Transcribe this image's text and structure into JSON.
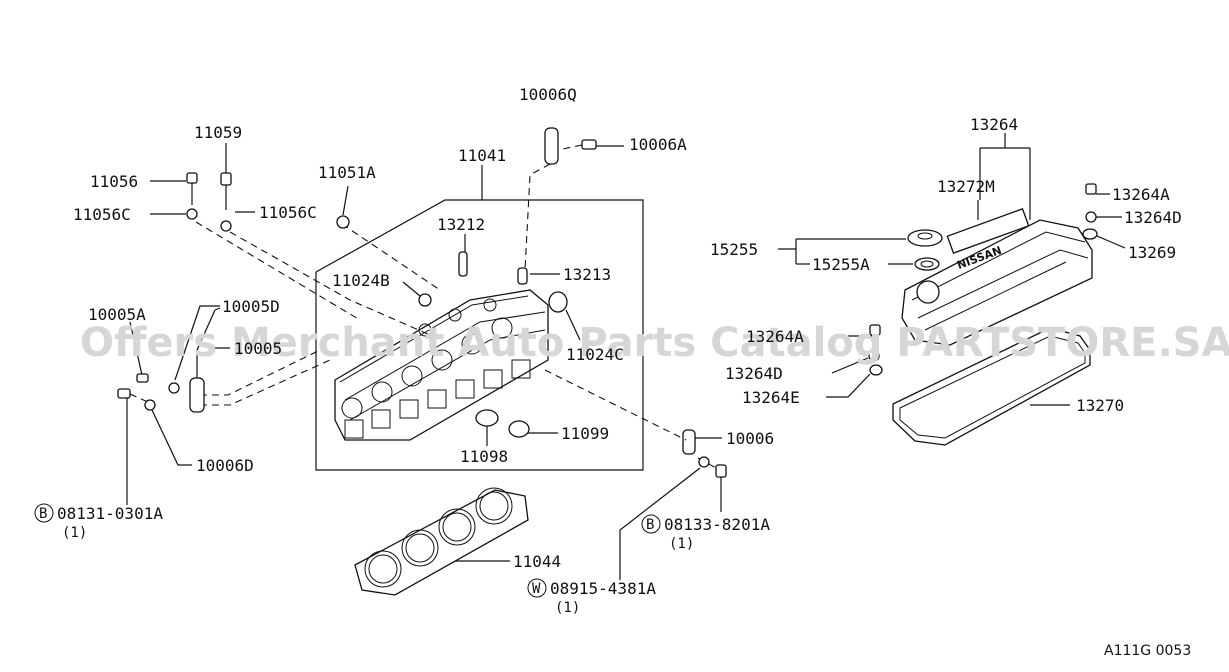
{
  "labels": {
    "p10006Q": "10006Q",
    "p10006A": "10006A",
    "p11059": "11059",
    "p11041": "11041",
    "p11051A": "11051A",
    "p11056": "11056",
    "p11056C_left": "11056C",
    "p11056C_right": "11056C",
    "p13212": "13212",
    "p11024B": "11024B",
    "p13213": "13213",
    "p10005A": "10005A",
    "p10005D": "10005D",
    "p10005": "10005",
    "p11024C": "11024C",
    "p10006D": "10006D",
    "p11099": "11099",
    "p11098": "11098",
    "p10006": "10006",
    "p08131": "08131-0301A",
    "p08131_qty": "(1)",
    "p08133": "08133-8201A",
    "p08133_qty": "(1)",
    "p11044": "11044",
    "p08915": "08915-4381A",
    "p08915_qty": "(1)",
    "p13264": "13264",
    "p13272M": "13272M",
    "p13264A_top": "13264A",
    "p13264D_top": "13264D",
    "p13269": "13269",
    "p15255": "15255",
    "p15255A": "15255A",
    "p13264A_mid": "13264A",
    "p13264D_mid": "13264D",
    "p13264E": "13264E",
    "p13270": "13270"
  },
  "markers": {
    "bolt_b1": "B",
    "bolt_b2": "B",
    "washer_w": "W"
  },
  "cover_brand": "NISSAN",
  "watermark": "Offers Merchant Auto Parts Catalog PARTSTORE.SA",
  "diagram_code": "A111G 0053"
}
